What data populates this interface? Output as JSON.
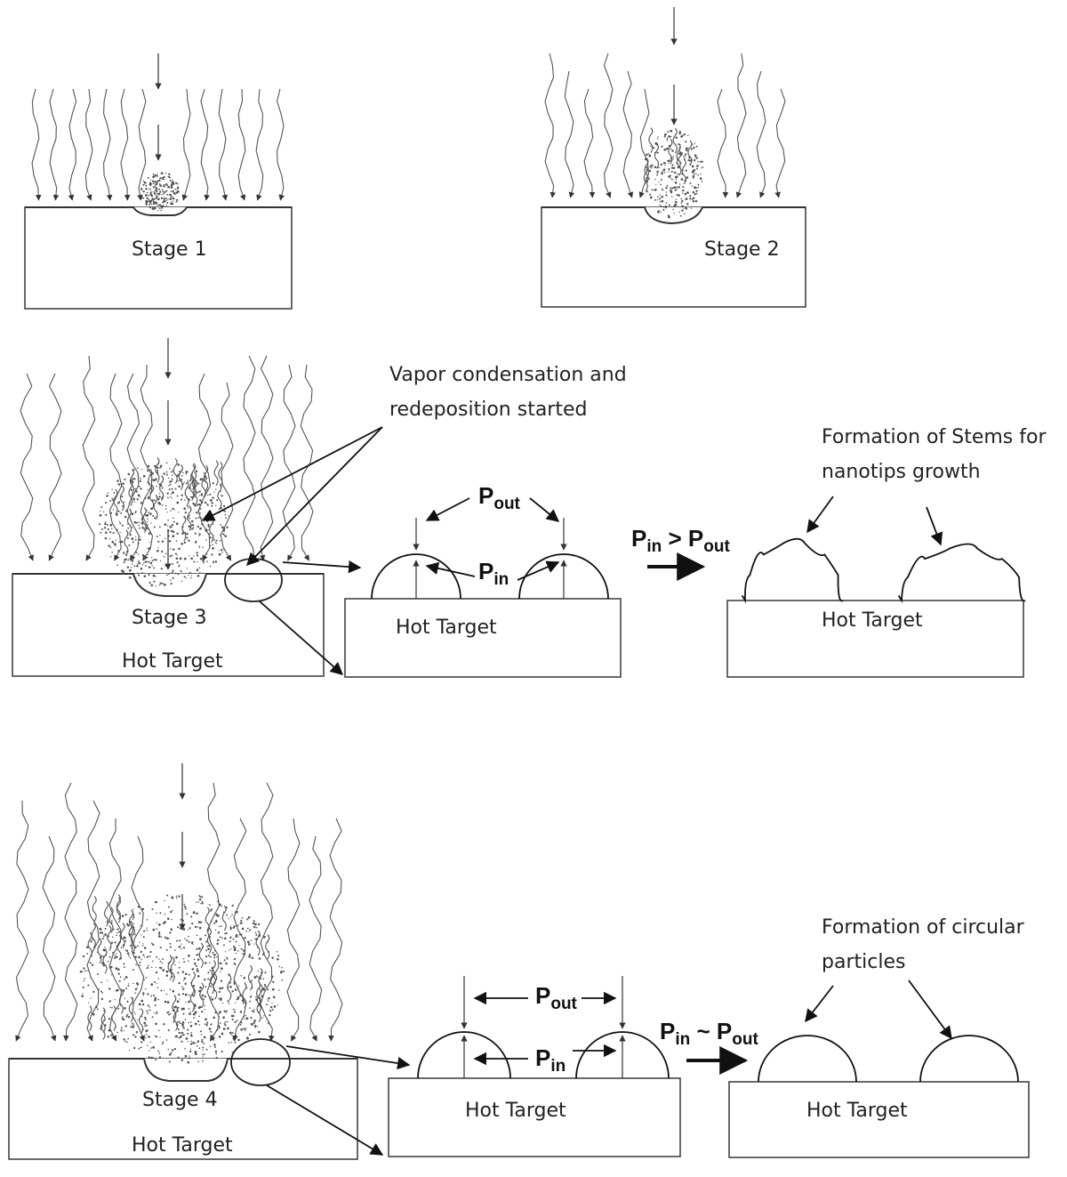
{
  "stages": {
    "stage1": "Stage 1",
    "stage2": "Stage 2",
    "stage3": "Stage 3",
    "stage4": "Stage 4"
  },
  "targets": {
    "hot_target": "Hot Target"
  },
  "annotations": {
    "vapor_line1": "Vapor condensation  and",
    "vapor_line2": "redeposition started",
    "stems_line1": "Formation of Stems for",
    "stems_line2": "nanotips growth",
    "circular_line1": "Formation of circular",
    "circular_line2": "particles"
  },
  "pressure": {
    "p": "P",
    "out": "out",
    "in": "in",
    "gt": ">",
    "approx": "~"
  }
}
